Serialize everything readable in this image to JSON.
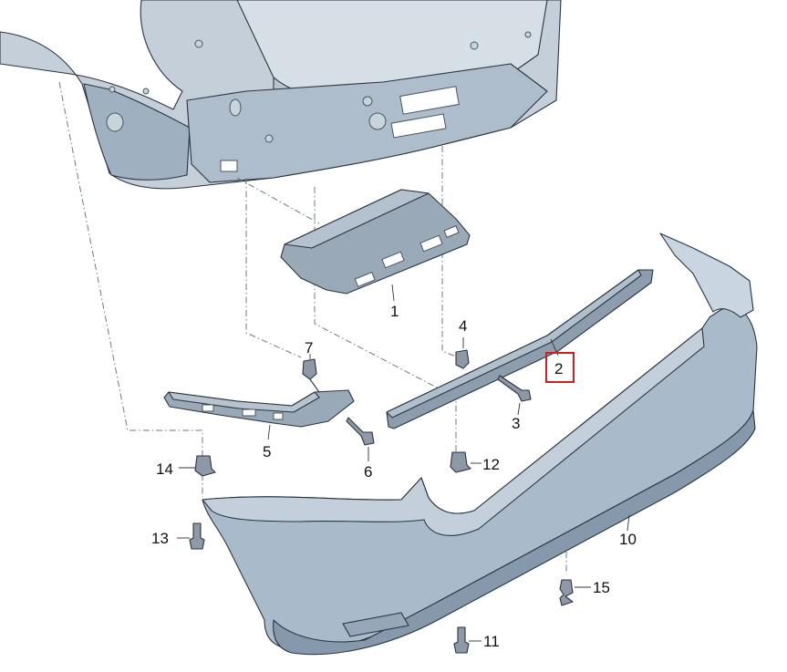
{
  "labels": {
    "p1": "1",
    "p2": "2",
    "p3": "3",
    "p4": "4",
    "p5": "5",
    "p6": "6",
    "p7": "7",
    "p10": "10",
    "p11": "11",
    "p12": "12",
    "p13": "13",
    "p14": "14",
    "p15": "15"
  },
  "highlighted_part": "2",
  "colors": {
    "body": "#c4cfda",
    "body_shadow": "#9fb0c0",
    "bumper": "#a9bacb",
    "bumper_dark": "#8698ab",
    "bracket": "#9aa9b8",
    "fastener": "#8d99a6",
    "highlight": "#cc1f1f"
  }
}
